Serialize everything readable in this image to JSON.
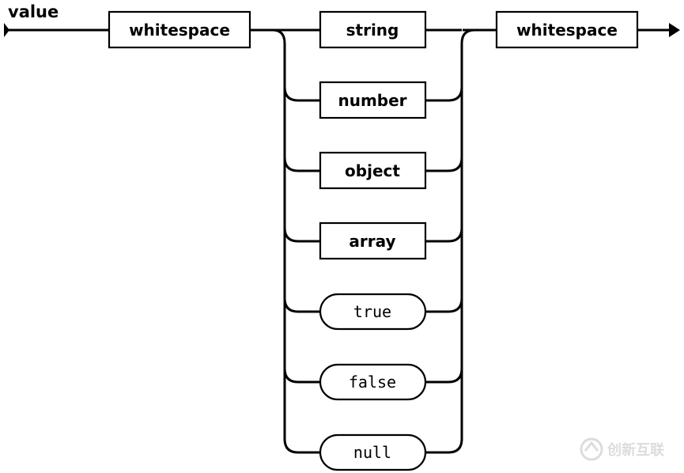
{
  "diagram": {
    "title": "value",
    "leading": {
      "label": "whitespace",
      "kind": "nonterminal"
    },
    "alternatives": [
      {
        "label": "string",
        "kind": "nonterminal"
      },
      {
        "label": "number",
        "kind": "nonterminal"
      },
      {
        "label": "object",
        "kind": "nonterminal"
      },
      {
        "label": "array",
        "kind": "nonterminal"
      },
      {
        "label": "true",
        "kind": "terminal"
      },
      {
        "label": "false",
        "kind": "terminal"
      },
      {
        "label": "null",
        "kind": "terminal"
      }
    ],
    "trailing": {
      "label": "whitespace",
      "kind": "nonterminal"
    }
  },
  "watermark": {
    "text": "创新互联",
    "color": "#d9d9d9"
  },
  "colors": {
    "line": "#000000",
    "box_fill": "#ffffff",
    "background": "#ffffff"
  }
}
